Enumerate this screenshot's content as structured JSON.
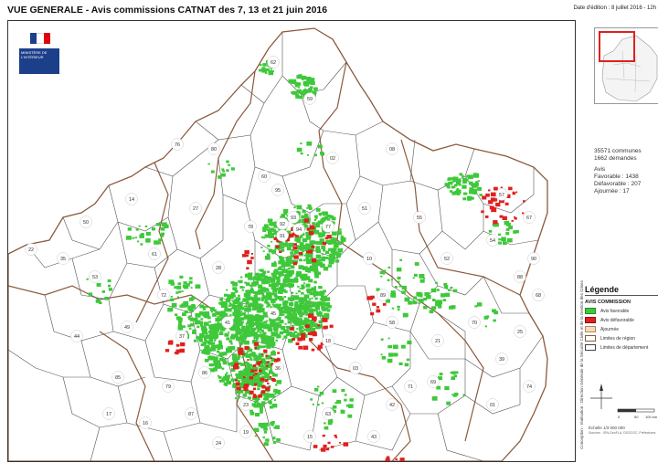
{
  "header": {
    "title": "VUE GENERALE - Avis commissions CATNAT des 7, 13 et 21 juin 2016",
    "edition": "Date d'édition : 8 juillet 2016 - 12h"
  },
  "logo": {
    "text": "MINISTÈRE DE L'INTÉRIEUR",
    "flag_colors": [
      "#1c3f8a",
      "#ffffff",
      "#e1000f"
    ]
  },
  "stats": {
    "communes": "35571 communes",
    "demandes": "1662 demandes",
    "avis_label": "Avis",
    "favorable": "Favorable : 1438",
    "defavorable": "Défavorable : 207",
    "ajournee": "Ajournée : 17"
  },
  "legend": {
    "title": "Légende",
    "subtitle": "AVIS COMMISSION",
    "items": [
      {
        "label": "Avis favorable",
        "color": "#3ec83a",
        "border": "#2a8a28"
      },
      {
        "label": "Avis défavorable",
        "color": "#e0201e",
        "border": "#901010"
      },
      {
        "label": "Ajournée",
        "color": "#f2dcc0",
        "border": "#b58a5a"
      },
      {
        "label": "Limites de région",
        "color": "#ffffff",
        "border": "#8b5a3c"
      },
      {
        "label": "Limites de département",
        "color": "#ffffff",
        "border": "#444444"
      }
    ]
  },
  "sidebar_vertical": "Conception - réalisation : Direction Générale de la Sécurité Civile et de la Gestion des Crises",
  "scale": {
    "label": "Échelle 1/3 000 000",
    "ticks": [
      "0",
      "50",
      "100 km"
    ]
  },
  "scale_note": "Sources : IGN-GeoFLA, DGSCGC, Préfectures",
  "departments": [
    {
      "num": "59"
    },
    {
      "num": "62"
    },
    {
      "num": "80"
    },
    {
      "num": "76"
    },
    {
      "num": "02"
    },
    {
      "num": "08"
    },
    {
      "num": "60"
    },
    {
      "num": "95"
    },
    {
      "num": "27"
    },
    {
      "num": "14"
    },
    {
      "num": "50"
    },
    {
      "num": "51"
    },
    {
      "num": "55"
    },
    {
      "num": "57"
    },
    {
      "num": "54"
    },
    {
      "num": "67"
    },
    {
      "num": "88"
    },
    {
      "num": "77"
    },
    {
      "num": "91"
    },
    {
      "num": "78"
    },
    {
      "num": "28"
    },
    {
      "num": "61"
    },
    {
      "num": "53"
    },
    {
      "num": "35"
    },
    {
      "num": "22"
    },
    {
      "num": "72"
    },
    {
      "num": "45"
    },
    {
      "num": "10"
    },
    {
      "num": "52"
    },
    {
      "num": "89"
    },
    {
      "num": "41"
    },
    {
      "num": "37"
    },
    {
      "num": "49"
    },
    {
      "num": "44"
    },
    {
      "num": "18"
    },
    {
      "num": "58"
    },
    {
      "num": "21"
    },
    {
      "num": "70"
    },
    {
      "num": "25"
    },
    {
      "num": "39"
    },
    {
      "num": "71"
    },
    {
      "num": "03"
    },
    {
      "num": "36"
    },
    {
      "num": "86"
    },
    {
      "num": "79"
    },
    {
      "num": "85"
    },
    {
      "num": "23"
    },
    {
      "num": "87"
    },
    {
      "num": "19"
    },
    {
      "num": "63"
    },
    {
      "num": "42"
    },
    {
      "num": "69"
    },
    {
      "num": "01"
    },
    {
      "num": "74"
    },
    {
      "num": "16"
    },
    {
      "num": "17"
    },
    {
      "num": "24"
    },
    {
      "num": "15"
    },
    {
      "num": "43"
    },
    {
      "num": "68"
    },
    {
      "num": "90"
    },
    {
      "num": "93"
    },
    {
      "num": "92"
    },
    {
      "num": "94"
    }
  ]
}
